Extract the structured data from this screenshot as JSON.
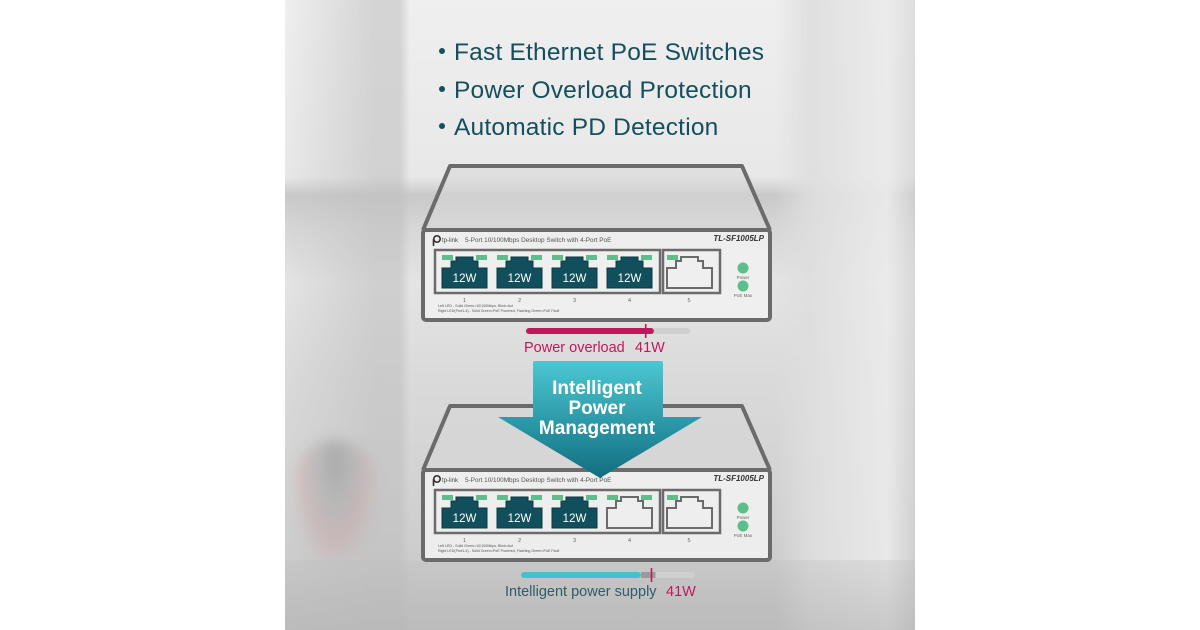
{
  "features": [
    "Fast Ethernet PoE Switches",
    "Power Overload Protection",
    "Automatic PD Detection"
  ],
  "switch_before": {
    "brand": "tp-link",
    "description": "5-Port 10/100Mbps Desktop Switch with 4-Port PoE",
    "model": "TL-SF1005LP",
    "ports": [
      {
        "number": "1",
        "label": "12W",
        "poe_active": true
      },
      {
        "number": "2",
        "label": "12W",
        "poe_active": true
      },
      {
        "number": "3",
        "label": "12W",
        "poe_active": true
      },
      {
        "number": "4",
        "label": "12W",
        "poe_active": true
      },
      {
        "number": "5",
        "label": "",
        "poe_active": false
      }
    ],
    "led_power": "Power",
    "led_poe_max": "PoE Max",
    "legend_left": "Left LED - Solid Green=10/100Mbps, Blink=Act",
    "legend_right": "Right LED(Port1-4) - Solid Green=PoE Powered, Flashing Green=PoE Fault"
  },
  "overload_bar": {
    "label": "Power overload",
    "limit_label": "41W",
    "fill_fraction": 0.78,
    "limit_fraction": 0.73,
    "color": "#c2185b"
  },
  "arrow": {
    "lines": [
      "Intelligent",
      "Power",
      "Management"
    ],
    "color_top": "#4cc7d3",
    "color_bottom": "#0f6e80"
  },
  "switch_after": {
    "brand": "tp-link",
    "description": "5-Port 10/100Mbps Desktop Switch with 4-Port PoE",
    "model": "TL-SF1005LP",
    "ports": [
      {
        "number": "1",
        "label": "12W",
        "poe_active": true
      },
      {
        "number": "2",
        "label": "12W",
        "poe_active": true
      },
      {
        "number": "3",
        "label": "12W",
        "poe_active": true
      },
      {
        "number": "4",
        "label": "",
        "poe_active": false
      },
      {
        "number": "5",
        "label": "",
        "poe_active": false
      }
    ],
    "led_power": "Power",
    "led_poe_max": "PoE Max",
    "legend_left": "Left LED - Solid Green=10/100Mbps, Blink=Act",
    "legend_right": "Right LED(Port1-4) - Solid Green=PoE Powered, Flashing Green=PoE Fault"
  },
  "supply_bar": {
    "label": "Intelligent power supply",
    "limit_label": "41W",
    "fill_fraction": 0.69,
    "limit_fraction": 0.75,
    "color": "#46bfcf",
    "limit_color": "#c2185b"
  },
  "colors": {
    "text_teal": "#154f5e",
    "port_fill": "#124f5c",
    "led_green": "#5cbf8a",
    "outline": "#6b6b6b"
  }
}
